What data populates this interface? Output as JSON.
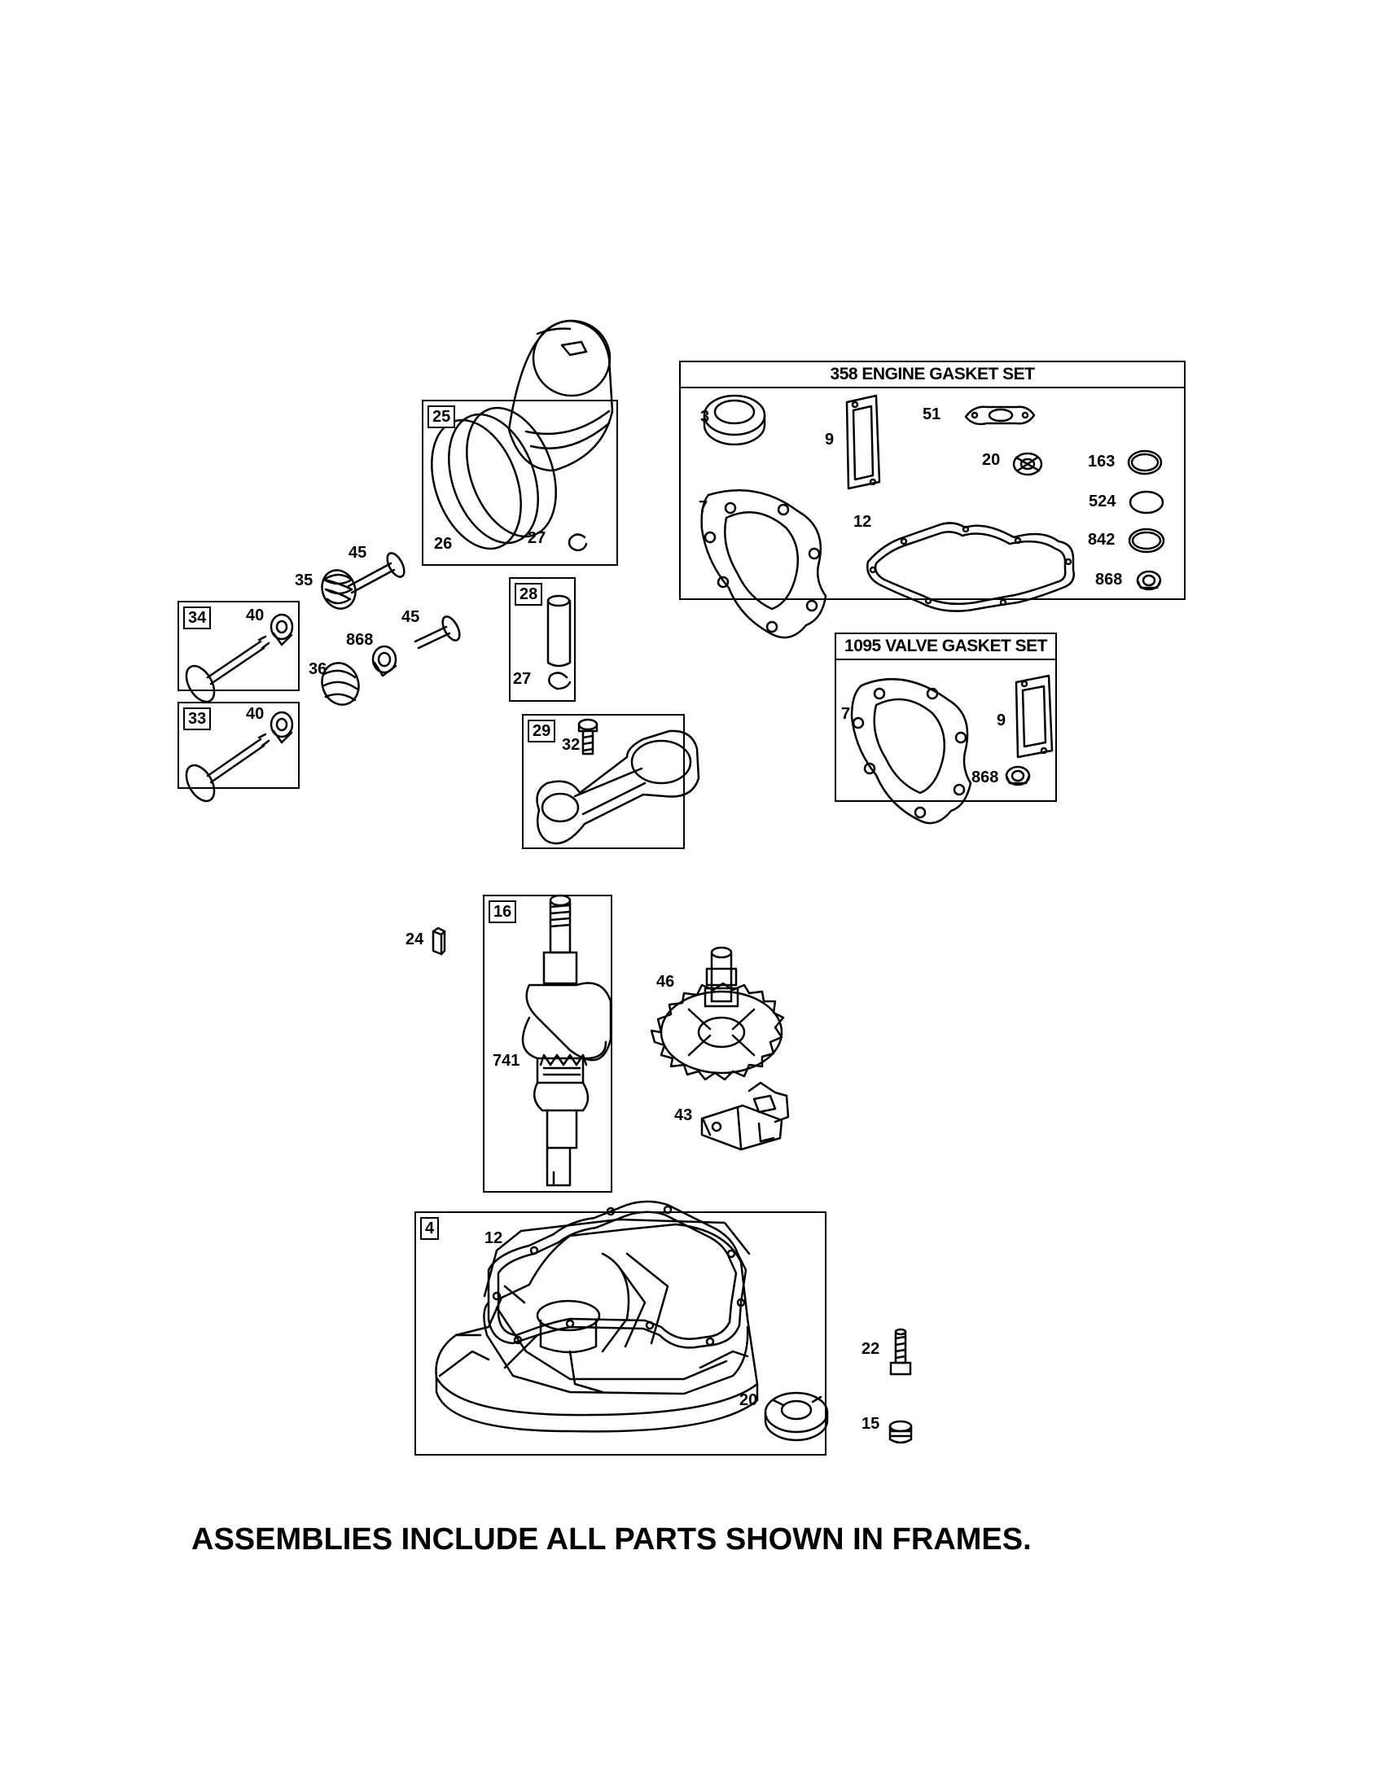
{
  "footnote": "ASSEMBLIES INCLUDE ALL PARTS SHOWN IN FRAMES.",
  "frames": {
    "engine_gasket_set": {
      "title": "358 ENGINE GASKET SET"
    },
    "valve_gasket_set": {
      "title": "1095 VALVE GASKET SET"
    },
    "piston_assembly": {
      "number": "25"
    },
    "piston_pin": {
      "number": "28"
    },
    "connecting_rod": {
      "number": "29"
    },
    "exhaust_valve": {
      "number": "34"
    },
    "intake_valve": {
      "number": "33"
    },
    "crankshaft": {
      "number": "16"
    },
    "sump": {
      "number": "4"
    }
  },
  "callouts": {
    "eg_3": "3",
    "eg_9": "9",
    "eg_51": "51",
    "eg_20": "20",
    "eg_163": "163",
    "eg_7": "7",
    "eg_524": "524",
    "eg_12": "12",
    "eg_842": "842",
    "eg_868": "868",
    "vg_7": "7",
    "vg_9": "9",
    "vg_868": "868",
    "p_26": "26",
    "p_27": "27",
    "pin_27": "27",
    "rod_32": "32",
    "v_45a": "45",
    "v_35": "35",
    "v_45b": "45",
    "v_868": "868",
    "v_36": "36",
    "ex_40": "40",
    "in_40": "40",
    "c_24": "24",
    "c_741": "741",
    "cam_46": "46",
    "cam_43": "43",
    "s_12": "12",
    "s_20": "20",
    "s_22": "22",
    "s_15": "15"
  }
}
